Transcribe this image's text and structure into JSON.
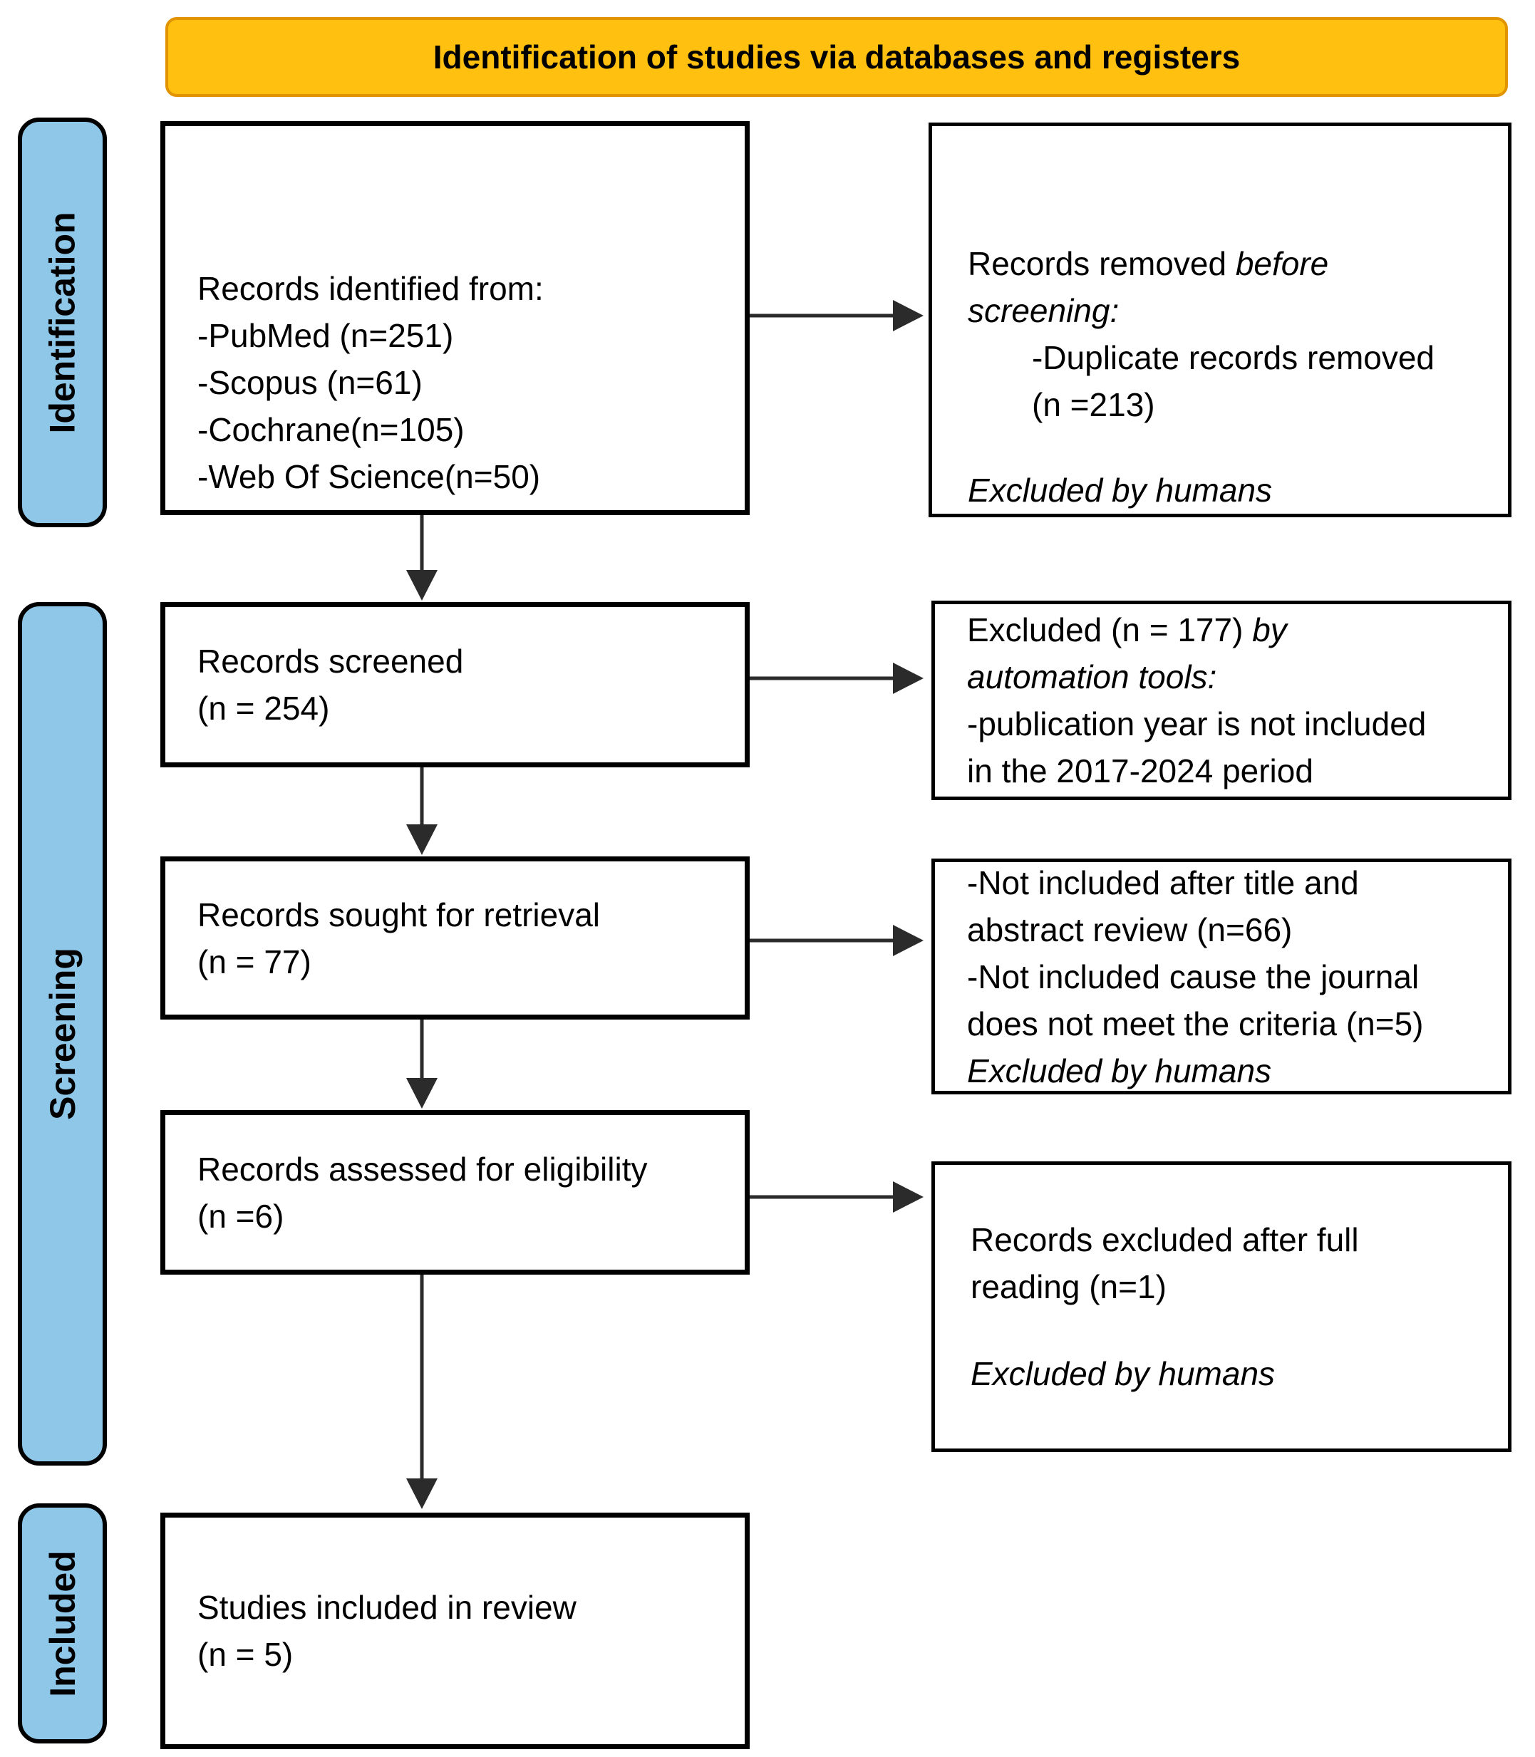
{
  "title": "Identification of studies via databases and registers",
  "stages": {
    "identification": "Identification",
    "screening": "Screening",
    "included": "Included"
  },
  "boxes": {
    "records_identified": {
      "heading": "Records identified from:",
      "sources": [
        "-PubMed (n=251)",
        "-Scopus (n=61)",
        "-Cochrane(n=105)",
        "-Web Of Science(n=50)"
      ]
    },
    "records_removed": {
      "l1_regular": "Records removed ",
      "l1_italic": "before",
      "l2_italic": "screening:",
      "bullet_l1": "-Duplicate records removed",
      "bullet_l2": "(n =213)",
      "footnote_italic": "Excluded by humans"
    },
    "records_screened": {
      "l1": "Records screened",
      "l2": "(n = 254)"
    },
    "excluded_automation": {
      "l1_regular": "Excluded (n = 177) ",
      "l1_italic": "by",
      "l2_italic": "automation tools:",
      "l3": "-publication year is not included",
      "l4": "in the 2017-2024 period"
    },
    "records_sought": {
      "l1": "Records sought for retrieval",
      "l2": "(n = 77)"
    },
    "not_included": {
      "l1": "-Not included after title and",
      "l2": "abstract review (n=66)",
      "l3": "-Not included cause the journal",
      "l4": "does not meet the criteria (n=5)",
      "l5_italic": "Excluded by humans"
    },
    "records_assessed": {
      "l1": "Records assessed for eligibility",
      "l2": "(n =6)"
    },
    "excluded_full_reading": {
      "l1": "Records excluded after full",
      "l2": "reading (n=1)",
      "l3_italic": "Excluded by humans"
    },
    "studies_included": {
      "l1": "Studies included in review",
      "l2": "(n = 5)"
    }
  },
  "colors": {
    "banner_fill": "#FFC010",
    "banner_border": "#E29400",
    "stage_fill": "#8FC7E9",
    "arrow": "#2B2B2B"
  }
}
